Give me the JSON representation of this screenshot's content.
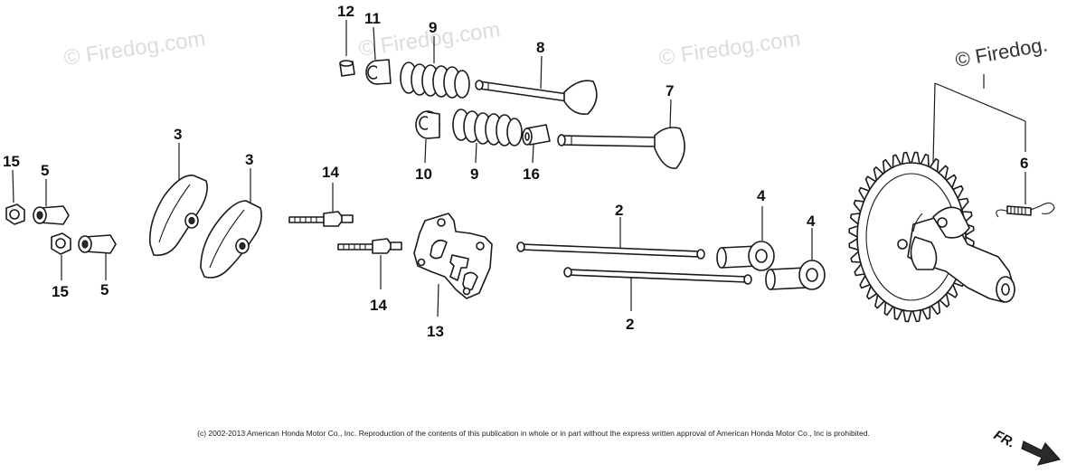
{
  "watermarks": [
    "© Firedog.com",
    "© Firedog.com",
    "© Firedog.com",
    "© Firedog."
  ],
  "callouts": {
    "p12": "12",
    "p11": "11",
    "p9a": "9",
    "p8": "8",
    "p7": "7",
    "p10": "10",
    "p9b": "9",
    "p16": "16",
    "p3a": "3",
    "p3b": "3",
    "p15a": "15",
    "p5a": "5",
    "p15b": "15",
    "p5b": "5",
    "p14a": "14",
    "p14b": "14",
    "p13": "13",
    "p2a": "2",
    "p2b": "2",
    "p4a": "4",
    "p4b": "4",
    "p6": "6"
  },
  "copyright": "(c) 2002-2013 American Honda Motor Co., Inc. Reproduction of the contents of this publication in whole or in part without the express written approval of American Honda Motor Co., Inc is prohibited.",
  "direction_label": "FR.",
  "colors": {
    "ink": "#1a1a1a",
    "watermark": "#dcdcdc",
    "background": "#ffffff"
  }
}
